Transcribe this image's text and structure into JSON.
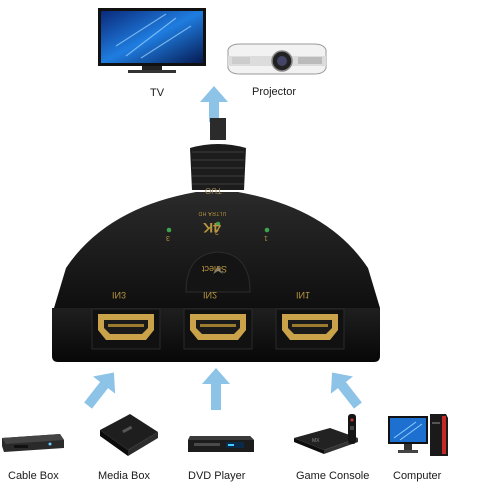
{
  "outputs": {
    "tv_label": "TV",
    "projector_label": "Projector"
  },
  "device": {
    "out_label": "OUT",
    "brand_main": "4K",
    "brand_sub": "ULTRA HD",
    "led_labels": [
      "3",
      "2",
      "1"
    ],
    "select_label": "Select",
    "ports": [
      "IN3",
      "IN2",
      "IN1"
    ]
  },
  "sources": {
    "cable_box": "Cable Box",
    "media_box": "Media  Box",
    "dvd_player": "DVD Player",
    "game_console": "Game Console",
    "computer": "Computer"
  },
  "colors": {
    "arrow": "#8cc3e6",
    "device_body": "#1b1b1b",
    "port_gold": "#c9a24a",
    "led": "#3fa34d"
  },
  "icons": [
    "tv-icon",
    "projector-icon",
    "cable-box-icon",
    "media-box-icon",
    "dvd-player-icon",
    "game-console-icon",
    "computer-icon",
    "arrow-up-icon"
  ]
}
